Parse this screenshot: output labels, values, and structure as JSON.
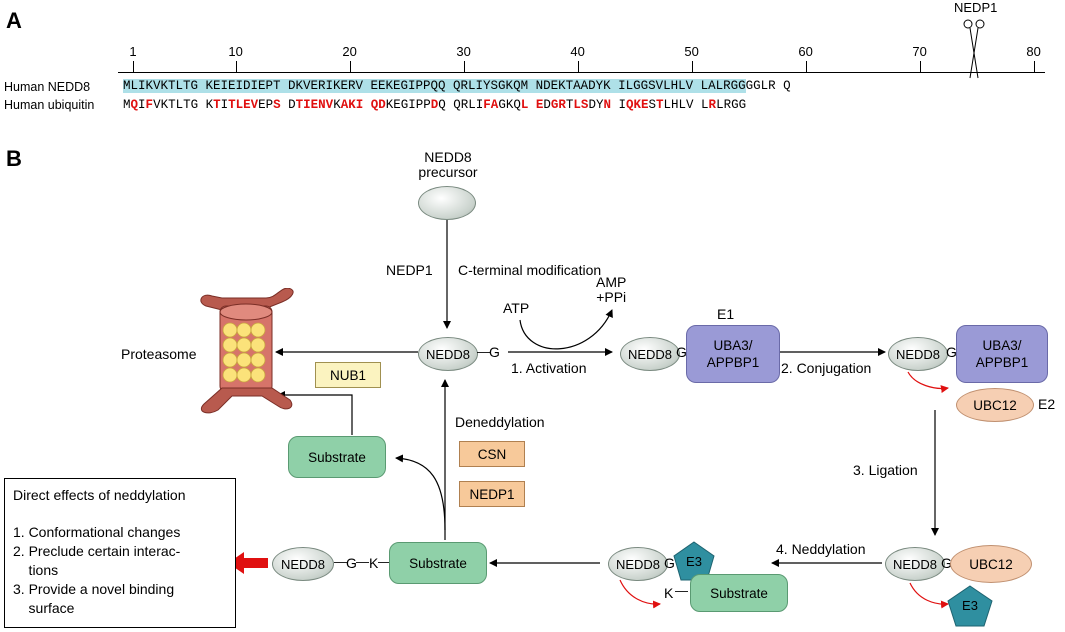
{
  "panel_a": {
    "letter": "A",
    "cleavage_label": "NEDP1",
    "ticks": [
      "1",
      "10",
      "20",
      "30",
      "40",
      "50",
      "60",
      "70",
      "80"
    ],
    "nedd8_label": "Human NEDD8",
    "ubiquitin_label": "Human ubiquitin",
    "nedd8_seq": "MLIKVKTLTG KEIEIDIEPT DKVERIKERV EEKEGIPPQQ QRLIYSGKQM NDEKTAADYK ILGGSVLHLV LALRGG",
    "nedd8_tail": "GGLR Q",
    "ubiquitin_segments": [
      {
        "t": "M",
        "r": false
      },
      {
        "t": "Q",
        "r": true
      },
      {
        "t": "I",
        "r": false
      },
      {
        "t": "F",
        "r": true
      },
      {
        "t": "VKTLTG K",
        "r": false
      },
      {
        "t": "T",
        "r": true
      },
      {
        "t": "I",
        "r": false
      },
      {
        "t": "TLEV",
        "r": true
      },
      {
        "t": "EP",
        "r": false
      },
      {
        "t": "S",
        "r": true
      },
      {
        "t": " D",
        "r": false
      },
      {
        "t": "TIENV",
        "r": true
      },
      {
        "t": "K",
        "r": false
      },
      {
        "t": "AKI",
        "r": true
      },
      {
        "t": " ",
        "r": false
      },
      {
        "t": "QD",
        "r": true
      },
      {
        "t": "KEGIPP",
        "r": false
      },
      {
        "t": "D",
        "r": true
      },
      {
        "t": "Q QRLI",
        "r": false
      },
      {
        "t": "FA",
        "r": true
      },
      {
        "t": "GKQ",
        "r": false
      },
      {
        "t": "L",
        "r": true
      },
      {
        "t": " ",
        "r": false
      },
      {
        "t": "E",
        "r": true
      },
      {
        "t": "D",
        "r": false
      },
      {
        "t": "GR",
        "r": true
      },
      {
        "t": "T",
        "r": false
      },
      {
        "t": "LS",
        "r": true
      },
      {
        "t": "DY",
        "r": false
      },
      {
        "t": "N",
        "r": true
      },
      {
        "t": " I",
        "r": false
      },
      {
        "t": "QKE",
        "r": true
      },
      {
        "t": "S",
        "r": false
      },
      {
        "t": "T",
        "r": true
      },
      {
        "t": "LHLV L",
        "r": false
      },
      {
        "t": "R",
        "r": true
      },
      {
        "t": "LRGG",
        "r": false
      }
    ]
  },
  "panel_b": {
    "letter": "B",
    "precursor_line1": "NEDD8",
    "precursor_line2": "precursor",
    "nedp1_top": "NEDP1",
    "c_terminal": "C-terminal modification",
    "atp": "ATP",
    "amp_line1": "AMP",
    "amp_line2": "+PPi",
    "e1": "E1",
    "nedd8": "NEDD8",
    "g": "G",
    "k": "K",
    "activation": "1. Activation",
    "conjugation": "2. Conjugation",
    "ligation": "3. Ligation",
    "neddylation": "4. Neddylation",
    "uba3_line1": "UBA3/",
    "uba3_line2": "APPBP1",
    "ubc12": "UBC12",
    "e2": "E2",
    "e3": "E3",
    "substrate": "Substrate",
    "proteasome": "Proteasome",
    "nub1": "NUB1",
    "deneddylation": "Deneddylation",
    "csn": "CSN",
    "nedp1_box": "NEDP1",
    "effects_title": "Direct effects of neddylation",
    "effects": [
      "1. Conformational changes",
      "2. Preclude certain interac-",
      "    tions",
      "3. Provide a novel binding",
      "    surface"
    ],
    "colors": {
      "seq_highlight": "#aee0e8",
      "red": "#e01010",
      "uba3": "#9a9ad6",
      "ubc12": "#f6cfb3",
      "e3": "#2f8fa0",
      "substrate": "#8fd0a8",
      "nub1": "#fbf3c0",
      "csn": "#f7c99a"
    }
  }
}
